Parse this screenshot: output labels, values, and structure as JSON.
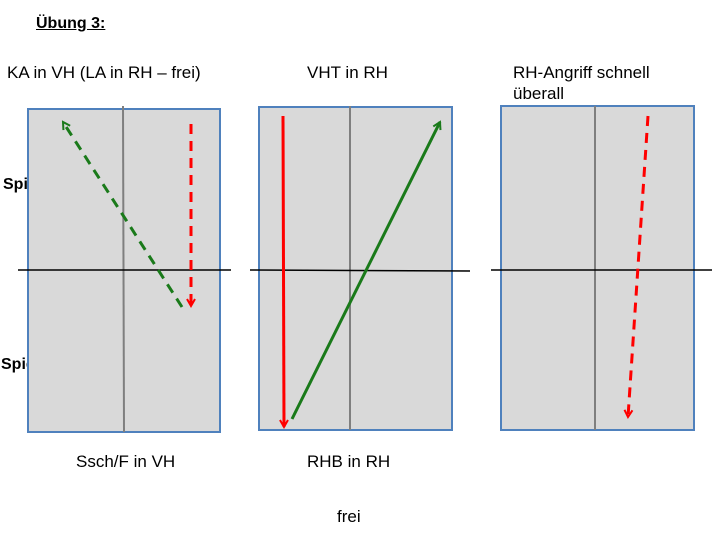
{
  "title": "Übung 3:",
  "panels": [
    {
      "top_label": "KA in VH (LA in RH – frei)",
      "bottom_label": "Ssch/F in VH"
    },
    {
      "top_label": "VHT in RH",
      "bottom_label": "RHB in RH"
    },
    {
      "top_label_line1": "RH-Angriff schnell",
      "top_label_line2": "überall",
      "bottom_label": ""
    }
  ],
  "players": {
    "a": "Spieler A",
    "b": "Spieler B"
  },
  "footer": "frei",
  "colors": {
    "court_fill": "#d9d9d9",
    "court_border": "#4f81bd",
    "center_line": "#7f7f7f",
    "net": "#000000",
    "red": "#ff0000",
    "green": "#1a7a1a"
  }
}
